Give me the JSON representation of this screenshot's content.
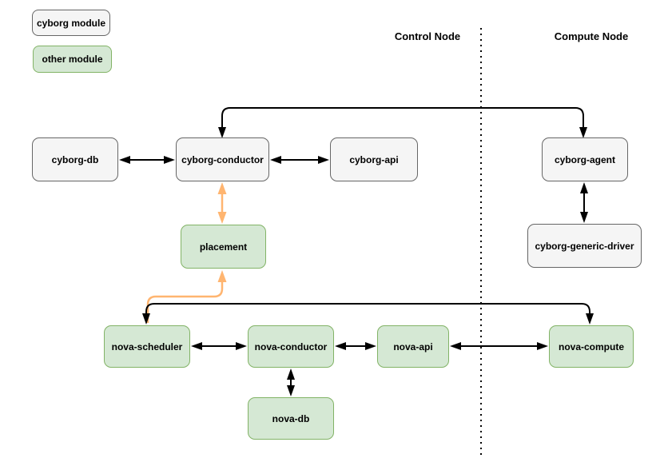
{
  "legend": {
    "items": [
      {
        "label": "cyborg module",
        "type": "cyborg"
      },
      {
        "label": "other module",
        "type": "other"
      }
    ]
  },
  "sections": {
    "control": "Control Node",
    "compute": "Compute Node"
  },
  "nodes": {
    "cyborg_db": "cyborg-db",
    "cyborg_conductor": "cyborg-conductor",
    "cyborg_api": "cyborg-api",
    "cyborg_agent": "cyborg-agent",
    "cyborg_generic_driver": "cyborg-generic-driver",
    "placement": "placement",
    "nova_scheduler": "nova-scheduler",
    "nova_conductor": "nova-conductor",
    "nova_api": "nova-api",
    "nova_compute": "nova-compute",
    "nova_db": "nova-db"
  },
  "colors": {
    "cyborg_module_fill": "#f5f5f5",
    "cyborg_module_border": "#666666",
    "other_module_fill": "#d5e8d4",
    "other_module_border": "#82b366",
    "arrow_primary": "#000000",
    "arrow_highlight": "#ffb570"
  },
  "edges": [
    {
      "from": "cyborg-db",
      "to": "cyborg-conductor",
      "direction": "both",
      "color": "black"
    },
    {
      "from": "cyborg-conductor",
      "to": "cyborg-api",
      "direction": "both",
      "color": "black"
    },
    {
      "from": "cyborg-conductor",
      "to": "cyborg-agent",
      "direction": "both",
      "color": "black",
      "route": "over-top"
    },
    {
      "from": "cyborg-agent",
      "to": "cyborg-generic-driver",
      "direction": "both",
      "color": "black"
    },
    {
      "from": "cyborg-conductor",
      "to": "placement",
      "direction": "both",
      "color": "orange"
    },
    {
      "from": "nova-scheduler",
      "to": "placement",
      "direction": "to",
      "color": "orange"
    },
    {
      "from": "nova-scheduler",
      "to": "nova-compute",
      "direction": "both",
      "color": "black",
      "route": "over-top"
    },
    {
      "from": "nova-scheduler",
      "to": "nova-conductor",
      "direction": "both",
      "color": "black"
    },
    {
      "from": "nova-conductor",
      "to": "nova-api",
      "direction": "both",
      "color": "black"
    },
    {
      "from": "nova-api",
      "to": "nova-compute",
      "direction": "both",
      "color": "black"
    },
    {
      "from": "nova-conductor",
      "to": "nova-db",
      "direction": "both",
      "color": "black"
    }
  ]
}
